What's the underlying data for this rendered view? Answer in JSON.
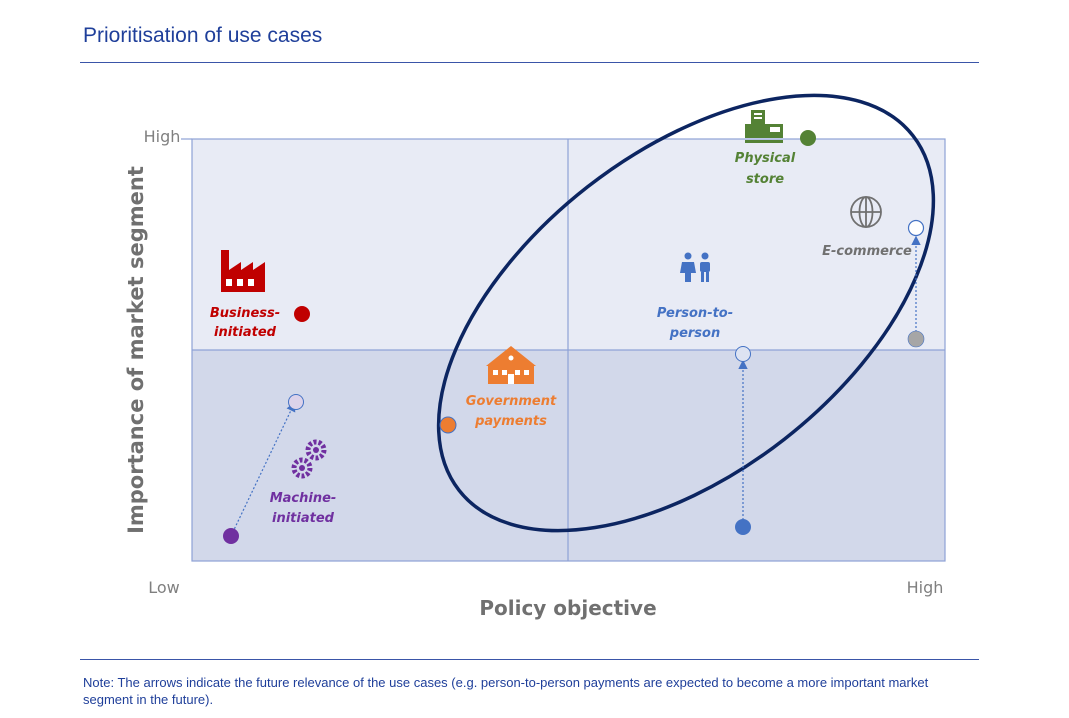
{
  "title": "Prioritisation of use cases",
  "note": "Note: The arrows indicate the future relevance of the use cases (e.g. person-to-person payments are expected to become a more important market segment in the future).",
  "axes": {
    "y_label": "Importance of market segment",
    "x_label": "Policy objective",
    "y_high": "High",
    "x_low": "Low",
    "x_high": "High"
  },
  "use_cases": {
    "business": {
      "line1": "Business-",
      "line2": "initiated",
      "color": "#c00000",
      "icon": "factory-icon"
    },
    "machine": {
      "line1": "Machine-",
      "line2": "initiated",
      "color": "#7030a0",
      "icon": "gears-icon"
    },
    "government": {
      "line1": "Government",
      "line2": "payments",
      "color": "#ed7d31",
      "icon": "government-building-icon"
    },
    "p2p": {
      "line1": "Person-to-",
      "line2": "person",
      "color": "#4472c4",
      "icon": "people-icon"
    },
    "physical": {
      "line1": "Physical",
      "line2": "store",
      "color": "#548235",
      "icon": "cash-register-icon"
    },
    "ecommerce": {
      "line1": "E-commerce",
      "color": "#808080",
      "icon": "globe-icon"
    }
  }
}
